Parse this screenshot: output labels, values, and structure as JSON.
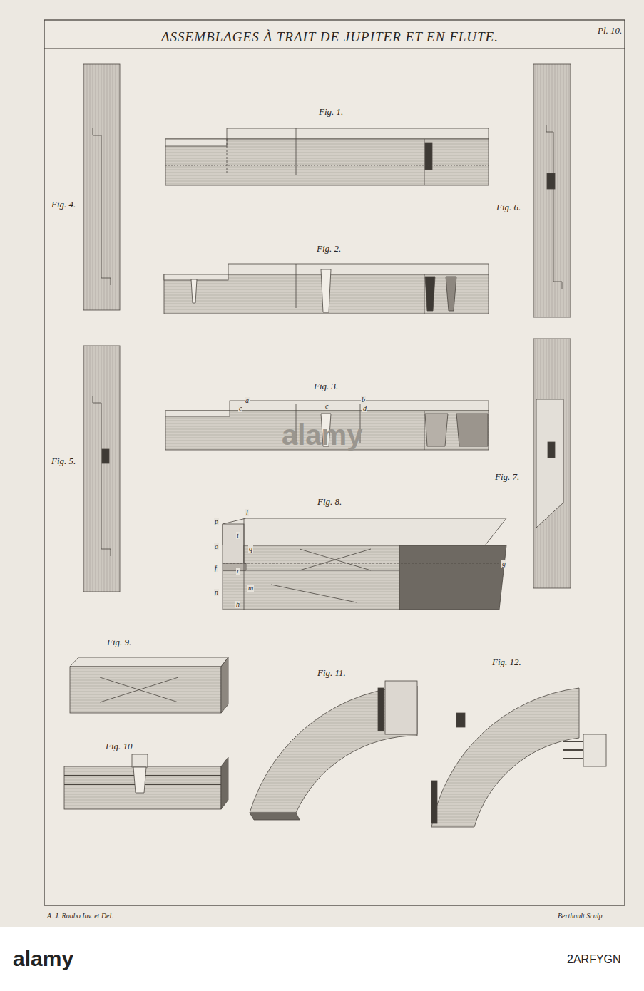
{
  "diagram": {
    "title": "ASSEMBLAGES À TRAIT DE JUPITER ET EN FLUTE.",
    "labels": [
      "Pl. 10.",
      "Fig. 1.",
      "Fig. 4.",
      "Fig. 6.",
      "Fig. 2.",
      "Fig. 3.",
      "a",
      "c",
      "c",
      "b",
      "d",
      "Fig. 5.",
      "Fig. 7.",
      "Fig. 8.",
      "p",
      "l",
      "i",
      "o",
      "q",
      "f",
      "r",
      "m",
      "n",
      "h",
      "g",
      "Fig. 9.",
      "Fig. 11.",
      "Fig. 12.",
      "Fig. 10",
      "A. J. Roubo Inv. et Del.",
      "Berthault Sculp.",
      "alamy",
      "alamy",
      "2ARFYGN"
    ]
  }
}
